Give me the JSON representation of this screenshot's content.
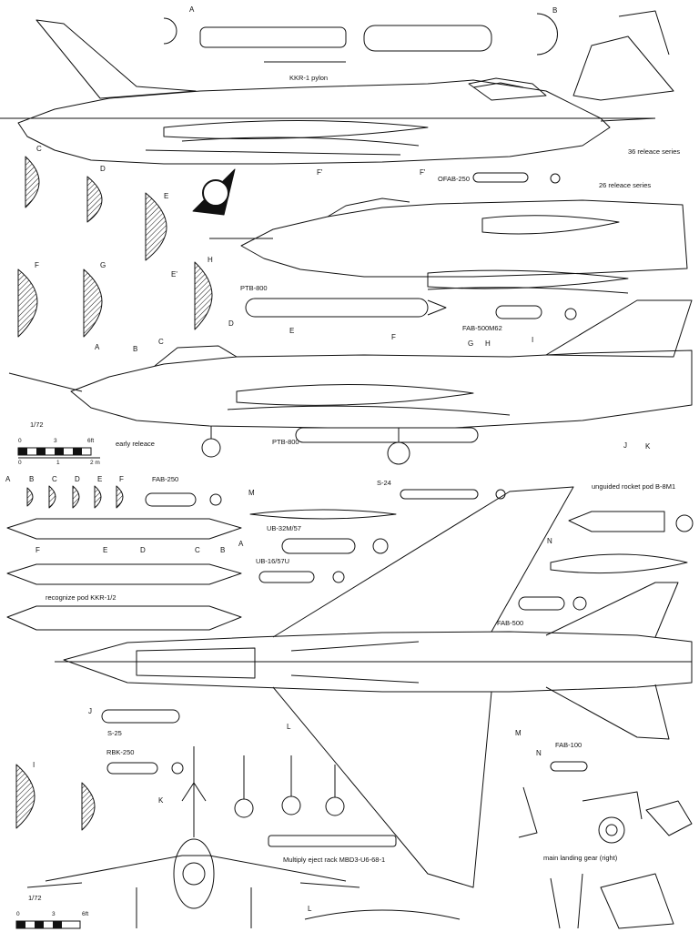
{
  "labels": {
    "kkr1_pylon": "KKR-1 pylon",
    "series36": "36 releace series",
    "ofab250": "OFAB-250",
    "series26": "26 releace series",
    "ptb800_top": "PTB-800",
    "fab500m62": "FAB-500M62",
    "early": "early releace",
    "ptb800_bottom": "PTB-800",
    "fab250": "FAB-250",
    "s24": "S-24",
    "ub32": "UB-32M/57",
    "ub16": "UB-16/57U",
    "b8m1": "unguided rocket pod B-8M1",
    "kkr12": "recognize pod KKR-1/2",
    "fab500": "FAB-500",
    "s25": "S-25",
    "rbk250": "RBK-250",
    "fab100": "FAB-100",
    "mbd3": "Multiply eject rack MBD3-U6-68-1",
    "main_gear": "main landing gear (right)"
  },
  "sections": {
    "A_top": "A",
    "B_top": "B",
    "C": "C",
    "D": "D",
    "E": "E",
    "F": "F",
    "G": "G",
    "H": "H",
    "Ep": "E'",
    "Fp": "F'",
    "Fp2": "F'",
    "sA": "A",
    "sB": "B",
    "sC": "C",
    "sD": "D",
    "sE": "E",
    "sF": "F",
    "sG": "G",
    "sH": "H",
    "sI": "I",
    "sJ": "J",
    "sK": "K",
    "rA": "A",
    "rB": "B",
    "rC": "C",
    "rD": "D",
    "rE": "E",
    "rF": "F",
    "pF": "F",
    "pE": "E",
    "pD": "D",
    "pC": "C",
    "pB": "B",
    "pA": "A",
    "M": "M",
    "N": "N",
    "L": "L",
    "J": "J",
    "I": "I",
    "K": "K",
    "M2": "M",
    "N2": "N",
    "L2": "L"
  },
  "scales": {
    "upper": {
      "ratio": "1/72",
      "t0": "0",
      "t3": "3",
      "t6": "6ft",
      "m0": "0",
      "m1": "1",
      "m2": "2 m"
    },
    "lower": {
      "ratio": "1/72",
      "t0": "0",
      "t3": "3",
      "t6": "6ft"
    }
  }
}
